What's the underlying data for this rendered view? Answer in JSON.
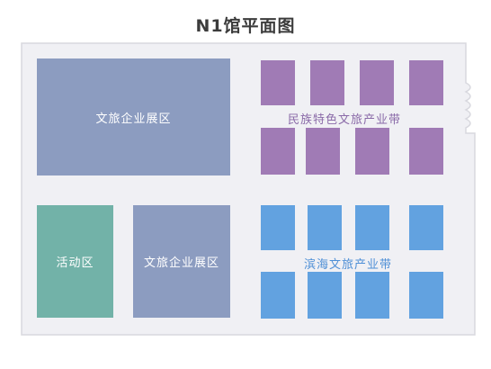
{
  "title": "N1馆平面图",
  "zones": {
    "culture_enterprise_top": "文旅企业展区",
    "activity": "活动区",
    "culture_enterprise_bottom": "文旅企业展区",
    "ethnic_industry": "民族特色文旅产业带",
    "coastal_industry": "滨海文旅产业带"
  },
  "colors": {
    "floor": "#f0f0f4",
    "wall": "#d8d8de",
    "enterprise": "#8c9cc0",
    "activity": "#72b2a8",
    "ethnic_booth": "#a07bb5",
    "coastal_booth": "#62a2e0",
    "ethnic_label": "#8a6aa8",
    "coastal_label": "#4e8fd6"
  }
}
